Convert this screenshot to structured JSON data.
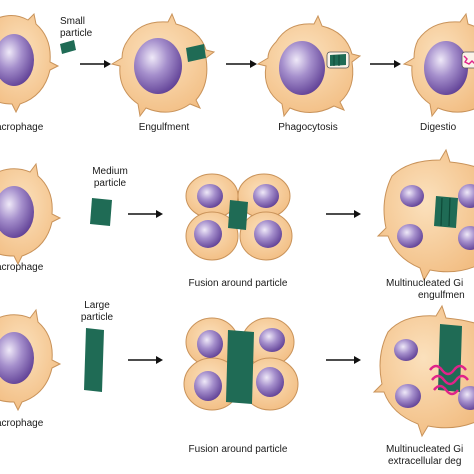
{
  "colors": {
    "cell_fill": "#f6c892",
    "cell_stroke": "#c9935a",
    "nucleus_fill": "#7c5fb0",
    "nucleus_light": "#e8e0f4",
    "particle_fill": "#1f6b55",
    "particle_stripe": "#0e4a38",
    "degradation": "#e0238a",
    "arrow": "#111111"
  },
  "rows": [
    {
      "particle_label": "Small particle",
      "labels": [
        "acrophage",
        "Engulfment",
        "Phagocytosis",
        "Digestio"
      ]
    },
    {
      "particle_label": "Medium particle",
      "labels": [
        "acrophage",
        "Fusion around particle",
        "Multinucleated Gi",
        "engulfmen"
      ]
    },
    {
      "particle_label": "Large particle",
      "labels": [
        "acrophage",
        "Fusion around particle",
        "Multinucleated Gi",
        "extracellular deg"
      ]
    }
  ]
}
